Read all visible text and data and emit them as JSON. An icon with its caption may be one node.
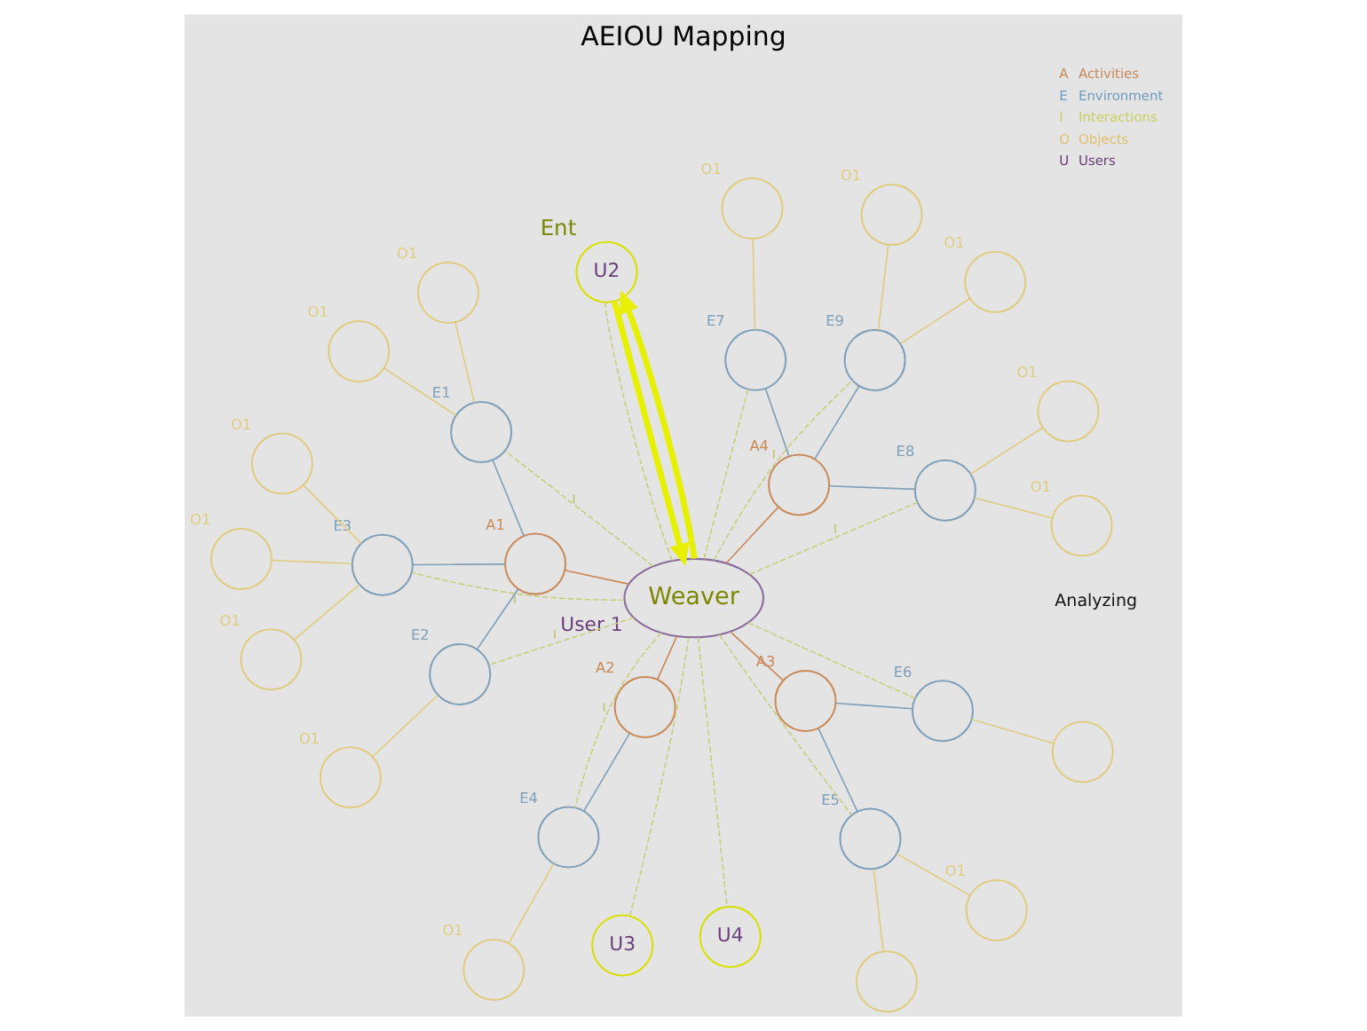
{
  "diagram": {
    "title": "AEIOU Mapping",
    "nodes": [
      {
        "text": [
          "Weaver"
        ],
        "beside": [
          "User 1"
        ]
      },
      {
        "text": [],
        "shape": "circle",
        "beside": [
          "A1"
        ]
      },
      {
        "text": [],
        "shape": "circle",
        "beside": [
          "A2"
        ]
      },
      {
        "text": [],
        "shape": "circle",
        "beside": [
          "A3"
        ]
      },
      {
        "text": [],
        "shape": "circle",
        "beside": [
          "A4"
        ]
      },
      {
        "text": [],
        "shape": "circle",
        "beside": [
          "E1"
        ]
      },
      {
        "text": [],
        "shape": "circle",
        "beside": [
          "E2"
        ]
      },
      {
        "text": [],
        "shape": "circle",
        "beside": [
          "E3"
        ]
      },
      {
        "text": [],
        "shape": "circle",
        "beside": [
          "E4"
        ]
      },
      {
        "text": [],
        "shape": "circle",
        "beside": [
          "E5"
        ]
      },
      {
        "text": [],
        "shape": "circle",
        "beside": [
          "E6"
        ]
      },
      {
        "text": [],
        "shape": "circle",
        "beside": [
          "E7"
        ]
      },
      {
        "text": [],
        "shape": "circle",
        "beside": [
          "E8"
        ]
      },
      {
        "text": [],
        "shape": "circle",
        "beside": [
          "E9"
        ]
      },
      {
        "text": [
          "U2"
        ],
        "beside": [
          "Ent"
        ]
      },
      {
        "text": [
          "U3"
        ]
      },
      {
        "text": [
          "U4"
        ]
      },
      {
        "text": [],
        "shape": "circle",
        "beside": [
          "O1"
        ]
      },
      {
        "text": [],
        "shape": "circle",
        "beside": [
          "O1"
        ]
      },
      {
        "text": [],
        "shape": "circle",
        "beside": [
          "O1"
        ]
      },
      {
        "text": [],
        "shape": "circle",
        "beside": [
          "O1"
        ]
      },
      {
        "text": [],
        "shape": "circle",
        "beside": [
          "O1"
        ]
      },
      {
        "text": [],
        "shape": "circle",
        "beside": [
          "O1"
        ]
      },
      {
        "text": [],
        "shape": "circle",
        "beside": [
          "O1"
        ]
      },
      {
        "text": [],
        "shape": "circle",
        "beside": [
          "O1"
        ]
      },
      {
        "text": [],
        "shape": "circle"
      },
      {
        "text": [],
        "shape": "circle"
      },
      {
        "text": [],
        "shape": "circle",
        "beside": [
          "O1"
        ]
      },
      {
        "text": [],
        "shape": "circle",
        "beside": [
          "O1"
        ]
      },
      {
        "text": [],
        "shape": "circle",
        "beside": [
          "O1"
        ]
      },
      {
        "text": [],
        "shape": "circle",
        "beside": [
          "O1"
        ]
      },
      {
        "text": [],
        "shape": "circle",
        "beside": [
          "O1"
        ]
      }
    ],
    "edges": [
      {
        "from": 0,
        "to": 1,
        "arrow": "none",
        "color": "#c98a5a"
      },
      {
        "from": 0,
        "to": 2,
        "arrow": "none",
        "color": "#c98a5a"
      },
      {
        "from": 0,
        "to": 3,
        "arrow": "none",
        "color": "#c98a5a"
      },
      {
        "from": 0,
        "to": 4,
        "arrow": "none",
        "color": "#c98a5a"
      },
      {
        "from": 1,
        "to": 5,
        "arrow": "none",
        "color": "#7fa0b8"
      },
      {
        "from": 1,
        "to": 6,
        "arrow": "none",
        "color": "#7fa0b8"
      },
      {
        "from": 1,
        "to": 7,
        "arrow": "none",
        "color": "#7fa0b8"
      },
      {
        "from": 2,
        "to": 8,
        "arrow": "none",
        "color": "#7fa0b8"
      },
      {
        "from": 3,
        "to": 9,
        "arrow": "none",
        "color": "#7fa0b8"
      },
      {
        "from": 3,
        "to": 10,
        "arrow": "none",
        "color": "#7fa0b8"
      },
      {
        "from": 4,
        "to": 11,
        "arrow": "none",
        "color": "#7fa0b8"
      },
      {
        "from": 4,
        "to": 12,
        "arrow": "none",
        "color": "#7fa0b8"
      },
      {
        "from": 4,
        "to": 13,
        "arrow": "none",
        "color": "#7fa0b8"
      },
      {
        "from": 0,
        "to": 5,
        "arrow": "none",
        "label": "I",
        "style": "dashed",
        "color": "#c8d080"
      },
      {
        "from": 0,
        "to": 6,
        "arrow": "none",
        "label": "I",
        "style": "dashed",
        "color": "#c8d080"
      },
      {
        "from": 0,
        "to": 7,
        "arrow": "none",
        "label": "I",
        "style": "dashed",
        "color": "#c8d080"
      },
      {
        "from": 0,
        "to": 8,
        "arrow": "none",
        "label": "I",
        "style": "dashed",
        "color": "#c8d080"
      },
      {
        "from": 0,
        "to": 9,
        "arrow": "none",
        "style": "dashed",
        "color": "#c8d080"
      },
      {
        "from": 0,
        "to": 10,
        "arrow": "none",
        "style": "dashed",
        "color": "#c8d080"
      },
      {
        "from": 0,
        "to": 11,
        "arrow": "none",
        "style": "dashed",
        "color": "#c8d080"
      },
      {
        "from": 0,
        "to": 12,
        "arrow": "none",
        "label": "I",
        "style": "dashed",
        "color": "#c8d080"
      },
      {
        "from": 0,
        "to": 13,
        "arrow": "none",
        "label": "I",
        "style": "dashed",
        "color": "#c8d080"
      },
      {
        "from": 0,
        "to": 14,
        "arrow": "none",
        "style": "dashed",
        "color": "#c8d080"
      },
      {
        "from": 0,
        "to": 15,
        "arrow": "none",
        "style": "dashed",
        "color": "#c8d080"
      },
      {
        "from": 0,
        "to": 16,
        "arrow": "none",
        "style": "dashed",
        "color": "#c8d080"
      },
      {
        "from": 14,
        "to": 0,
        "arrow": "to",
        "style": "thick",
        "color": "#e6f000"
      },
      {
        "from": 0,
        "to": 14,
        "arrow": "to",
        "style": "thick",
        "color": "#e6f000"
      },
      {
        "from": 7,
        "to": 17,
        "arrow": "none"
      },
      {
        "from": 7,
        "to": 18,
        "arrow": "none"
      },
      {
        "from": 7,
        "to": 19,
        "arrow": "none"
      },
      {
        "from": 6,
        "to": 20,
        "arrow": "none"
      },
      {
        "from": 5,
        "to": 21,
        "arrow": "none"
      },
      {
        "from": 5,
        "to": 22,
        "arrow": "none"
      },
      {
        "from": 9,
        "to": 23,
        "arrow": "none"
      },
      {
        "from": 8,
        "to": 24,
        "arrow": "none"
      },
      {
        "from": 9,
        "to": 25,
        "arrow": "none"
      },
      {
        "from": 10,
        "to": 26,
        "arrow": "none"
      },
      {
        "from": 11,
        "to": 27,
        "arrow": "none"
      },
      {
        "from": 12,
        "to": 28,
        "arrow": "none"
      },
      {
        "from": 12,
        "to": 29,
        "arrow": "none"
      },
      {
        "from": 13,
        "to": 30,
        "arrow": "none"
      },
      {
        "from": 13,
        "to": 31,
        "arrow": "none"
      }
    ],
    "labels": [
      "Analyzing",
      "A",
      "E",
      "I",
      "O",
      "U"
    ],
    "legend": [
      {
        "text": "Activities",
        "color": "#c98a5a"
      },
      {
        "text": "Environment",
        "color": "#6f9cc0"
      },
      {
        "text": "Interactions",
        "color": "#c8d060"
      },
      {
        "text": "Objects",
        "color": "#e0c070"
      },
      {
        "text": "Users",
        "color": "#6a3f7a"
      }
    ]
  }
}
